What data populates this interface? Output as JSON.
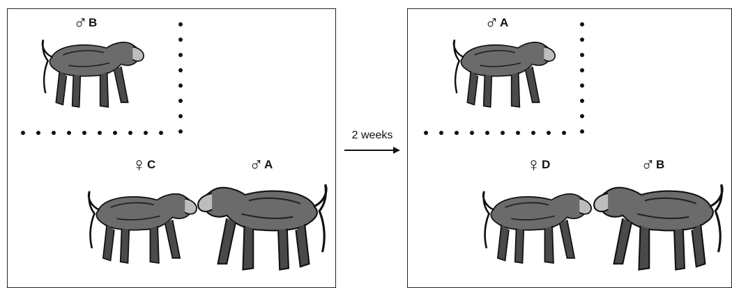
{
  "left_panel": {
    "enclosure_male": {
      "symbol": "♂",
      "letter": "B"
    },
    "female": {
      "symbol": "♀",
      "letter": "C"
    },
    "free_male": {
      "symbol": "♂",
      "letter": "A"
    }
  },
  "arrow": {
    "label": "2 weeks"
  },
  "right_panel": {
    "enclosure_male": {
      "symbol": "♂",
      "letter": "A"
    },
    "female": {
      "symbol": "♀",
      "letter": "D"
    },
    "free_male": {
      "symbol": "♂",
      "letter": "B"
    }
  }
}
